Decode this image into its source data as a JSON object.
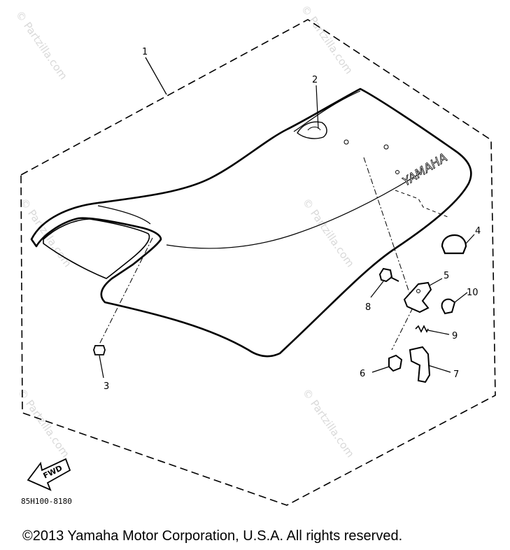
{
  "diagram": {
    "callouts": [
      "1",
      "2",
      "3",
      "4",
      "5",
      "6",
      "7",
      "8",
      "9",
      "10"
    ],
    "seat_logo": "YAMAHA",
    "fwd_label": "FWD",
    "drawing_code": "85H100-8180",
    "watermark": "© Partzilla.com"
  },
  "footer": {
    "copyright": "©2013  Yamaha Motor Corporation, U.S.A. All rights reserved."
  }
}
